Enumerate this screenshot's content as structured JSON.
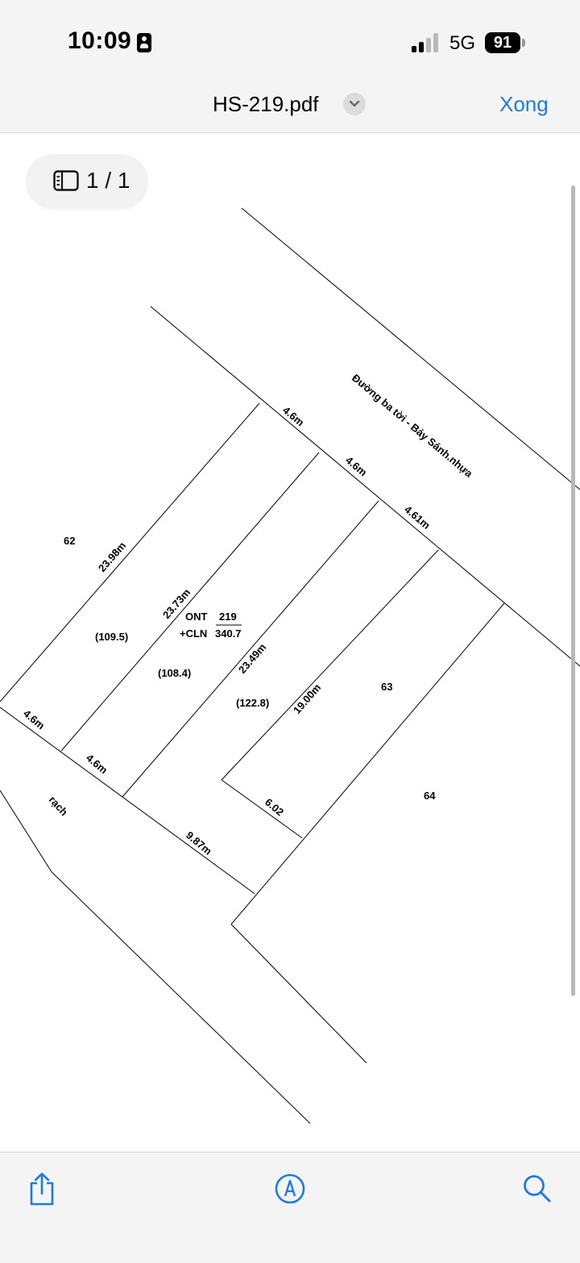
{
  "status": {
    "time": "10:09",
    "network": "5G",
    "battery": "91"
  },
  "nav": {
    "title": "HS-219.pdf",
    "done_label": "Xong"
  },
  "page_indicator": "1 / 1",
  "map": {
    "road_label": "Đường ba tời - Bảy Sánh.nhựa",
    "canal_label": "rạch",
    "parcel_62": "62",
    "parcel_63": "63",
    "parcel_64": "64",
    "land_type_1": "ONT",
    "land_type_2": "+CLN",
    "parcel_number": "219",
    "parcel_area": "340.7",
    "area_a": "(109.5)",
    "area_b": "(108.4)",
    "area_c": "(122.8)",
    "dim_top_1": "4.6m",
    "dim_top_2": "4.6m",
    "dim_top_3": "4.61m",
    "dim_side_1": "23.98m",
    "dim_side_2": "23.73m",
    "dim_side_3": "23.49m",
    "dim_side_4": "19.00m",
    "dim_bottom_1": "4.6m",
    "dim_bottom_2": "4.6m",
    "dim_bottom_3": "9.87m",
    "dim_bottom_4": "6.02"
  },
  "colors": {
    "accent": "#1f7ae0",
    "bar_bg": "#f4f4f4"
  },
  "toolbar": {
    "icons": [
      "share-icon",
      "markup-icon",
      "search-icon"
    ]
  }
}
